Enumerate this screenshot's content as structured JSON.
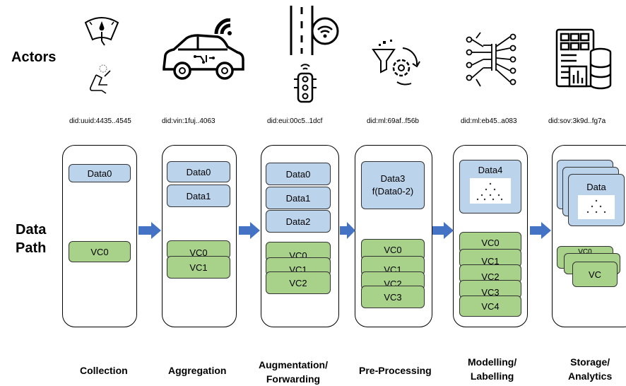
{
  "labels": {
    "actors": "Actors",
    "data_path_line1": "Data",
    "data_path_line2": "Path"
  },
  "dids": [
    "did:uuid:4435..4545",
    "did:vin:1fuj..4063",
    "did:eui:00c5..1dcf",
    "did:ml:69af..f56b",
    "did:ml:eb45..a083",
    "did:sov:3k9d..fg7a"
  ],
  "stages": [
    {
      "line1": "Collection",
      "line2": ""
    },
    {
      "line1": "Aggregation",
      "line2": ""
    },
    {
      "line1": "Augmentation/",
      "line2": "Forwarding"
    },
    {
      "line1": "Pre-Processing",
      "line2": ""
    },
    {
      "line1": "Modelling/",
      "line2": "Labelling"
    },
    {
      "line1": "Storage/",
      "line2": "Analytics"
    }
  ],
  "collection": {
    "data": [
      "Data0"
    ],
    "vc": [
      "VC0"
    ]
  },
  "aggregation": {
    "data": [
      "Data0",
      "Data1"
    ],
    "vc": [
      "VC0",
      "VC1"
    ]
  },
  "augmentation": {
    "data": [
      "Data0",
      "Data1",
      "Data2"
    ],
    "vc": [
      "VC0",
      "VC1",
      "VC2"
    ]
  },
  "preprocessing": {
    "data_line1": "Data3",
    "data_line2": "f(Data0-2)",
    "vc": [
      "VC0",
      "VC1",
      "VC2",
      "VC3"
    ]
  },
  "modelling": {
    "data": "Data4",
    "vc": [
      "VC0",
      "VC1",
      "VC2",
      "VC3",
      "VC4"
    ]
  },
  "storage": {
    "data": "Data",
    "vc_back": "VC0",
    "vc": "VC"
  },
  "icons": [
    "dashboard-icon",
    "seat-icon",
    "connected-car-icon",
    "wireless-road-icon",
    "traffic-light-icon",
    "data-filter-icon",
    "neural-network-icon",
    "database-icon"
  ],
  "colors": {
    "data_box": "#bcd3ec",
    "vc_box": "#a8d18a",
    "arrow": "#4472c4"
  }
}
